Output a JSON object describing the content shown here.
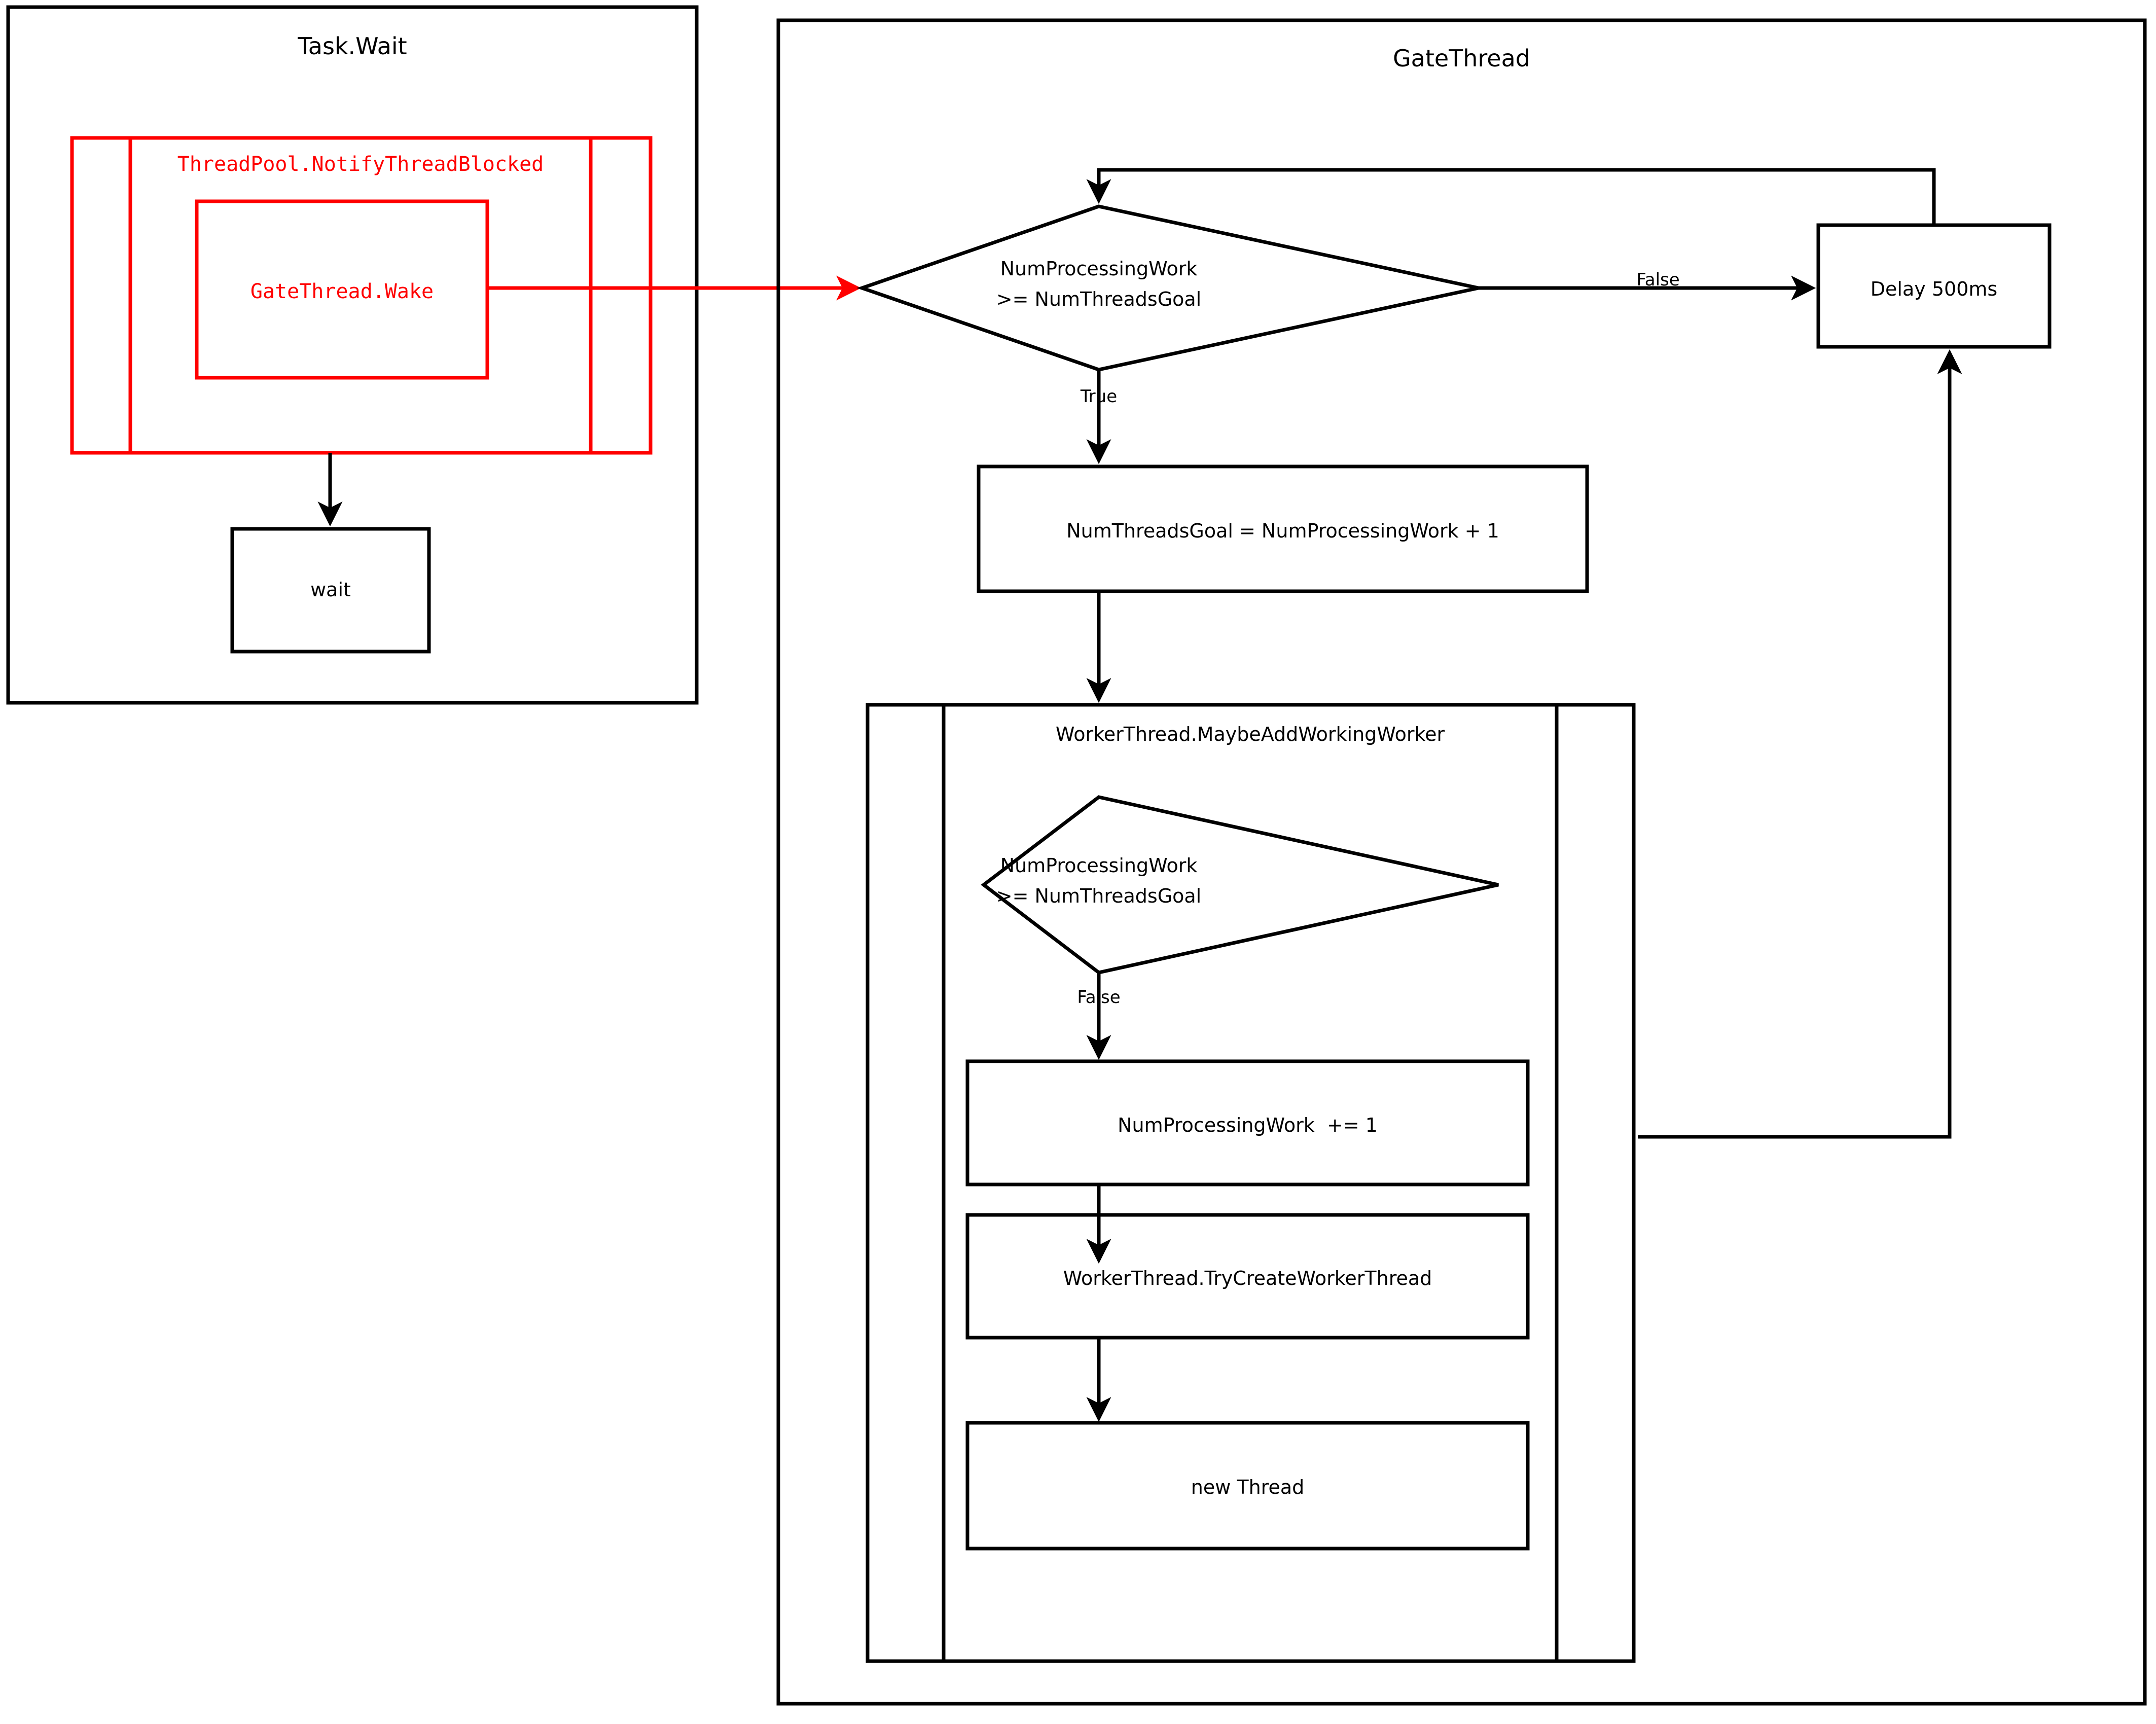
{
  "diagram": {
    "type": "flowchart",
    "title_left": "Task.Wait",
    "title_right": "GateThread",
    "colors": {
      "stroke": "#000000",
      "highlight": "#ff0000",
      "background": "#ffffff"
    }
  },
  "left_panel": {
    "title": "Task.Wait",
    "highlight_group": {
      "label": "ThreadPool.NotifyThreadBlocked",
      "inner_node": {
        "label": "GateThread.Wake"
      }
    },
    "nodes": [
      {
        "id": "wait",
        "label": "wait"
      }
    ]
  },
  "right_panel": {
    "title": "GateThread",
    "decision_top": {
      "line1": "NumProcessingWork",
      "line2": ">= NumThreadsGoal",
      "branch_true": "True",
      "branch_false": "False"
    },
    "nodes": [
      {
        "id": "set-goal",
        "label": "NumThreadsGoal = NumProcessingWork + 1"
      },
      {
        "id": "delay",
        "label": "Delay 500ms"
      }
    ],
    "subprocess": {
      "title": "WorkerThread.MaybeAddWorkingWorker",
      "decision": {
        "line1": "NumProcessingWork",
        "line2": ">= NumThreadsGoal",
        "branch_false": "False"
      },
      "nodes": [
        {
          "id": "incr",
          "label": "NumProcessingWork  += 1"
        },
        {
          "id": "try-create",
          "label": "WorkerThread.TryCreateWorkerThread"
        },
        {
          "id": "new-thread",
          "label": "new Thread"
        }
      ]
    }
  },
  "edges": [
    {
      "from": "GateThread.Wake",
      "to": "decision_top",
      "color": "#ff0000",
      "label": ""
    },
    {
      "from": "highlight_group",
      "to": "wait",
      "color": "#000000",
      "label": ""
    },
    {
      "from": "decision_top",
      "to": "delay",
      "color": "#000000",
      "label": "False"
    },
    {
      "from": "decision_top",
      "to": "set-goal",
      "color": "#000000",
      "label": "True"
    },
    {
      "from": "set-goal",
      "to": "subprocess",
      "color": "#000000",
      "label": ""
    },
    {
      "from": "delay",
      "to": "decision_top",
      "color": "#000000",
      "label": ""
    },
    {
      "from": "subprocess_decision",
      "to": "incr",
      "color": "#000000",
      "label": "False"
    },
    {
      "from": "incr",
      "to": "try-create",
      "color": "#000000",
      "label": ""
    },
    {
      "from": "try-create",
      "to": "new-thread",
      "color": "#000000",
      "label": ""
    },
    {
      "from": "subprocess",
      "to": "delay",
      "color": "#000000",
      "label": ""
    }
  ]
}
